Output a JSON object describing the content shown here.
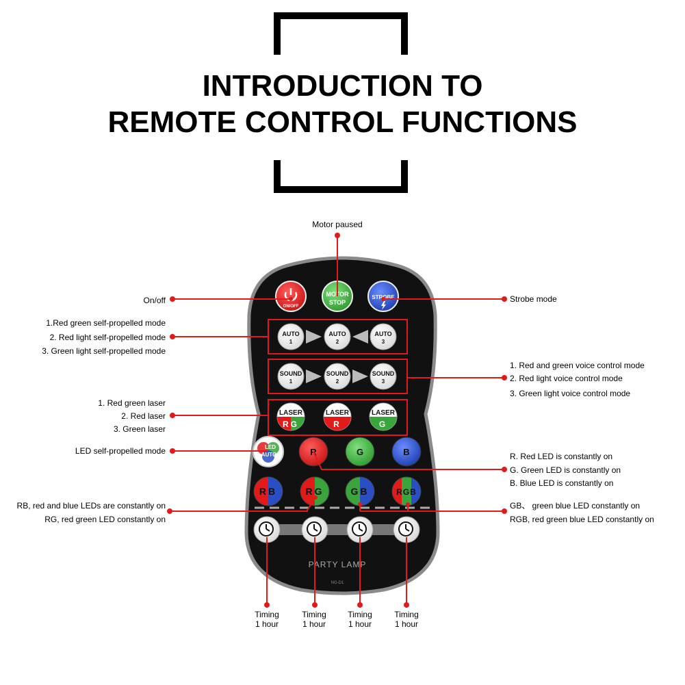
{
  "title": {
    "line1": "INTRODUCTION TO",
    "line2": "REMOTE CONTROL FUNCTIONS"
  },
  "colors": {
    "red": "#e21a1a",
    "green": "#3aa53a",
    "blue": "#2a4fc4",
    "body": "#000000",
    "callout": "#e21a1a"
  },
  "remote": {
    "onoff": {
      "icon": "power-icon",
      "label": "ON/OFF"
    },
    "motor": {
      "line1": "MOTOR",
      "line2": "STOP"
    },
    "strobe": {
      "label": "STROBE",
      "icon": "lightning-icon"
    },
    "auto": [
      {
        "label": "AUTO",
        "num": "1"
      },
      {
        "label": "AUTO",
        "num": "2"
      },
      {
        "label": "AUTO",
        "num": "3"
      }
    ],
    "sound": [
      {
        "label": "SOUND",
        "num": "1"
      },
      {
        "label": "SOUND",
        "num": "2"
      },
      {
        "label": "SOUND",
        "num": "3"
      }
    ],
    "laser": [
      {
        "label": "LASER",
        "sub": "RG"
      },
      {
        "label": "LASER",
        "sub": "R"
      },
      {
        "label": "LASER",
        "sub": "G"
      }
    ],
    "led_auto": {
      "line1": "LED",
      "line2": "AUTO"
    },
    "single_leds": [
      "R",
      "G",
      "B"
    ],
    "combo_leds": [
      "RB",
      "RG",
      "GB",
      "RGB"
    ],
    "timer_icon": "clock-icon",
    "brand": "PARTY LAMP",
    "model": "NG-D1"
  },
  "callouts": {
    "motor_paused": "Motor paused",
    "onoff": "On/off",
    "strobe": "Strobe mode",
    "auto": [
      "1.Red green self-propelled mode",
      "2. Red light self-propelled mode",
      "3. Green light self-propelled mode"
    ],
    "sound": [
      "1. Red and green voice control mode",
      "2. Red light voice control mode",
      "3. Green light voice control mode"
    ],
    "laser": [
      "1. Red green laser",
      "2. Red laser",
      "3. Green laser"
    ],
    "led_auto": "LED self-propelled mode",
    "single_leds": [
      "R. Red LED is constantly on",
      "G. Green LED is constantly on",
      "B. Blue LED is constantly on"
    ],
    "combo_left": [
      "RB, red and blue LEDs are constantly on",
      "RG, red green LED constantly on"
    ],
    "combo_right": [
      "GB、 green blue LED constantly on",
      "RGB, red green blue LED constantly on"
    ],
    "timing": [
      {
        "line1": "Timing",
        "line2": "1 hour"
      },
      {
        "line1": "Timing",
        "line2": "1 hour"
      },
      {
        "line1": "Timing",
        "line2": "1 hour"
      },
      {
        "line1": "Timing",
        "line2": "1 hour"
      }
    ]
  }
}
